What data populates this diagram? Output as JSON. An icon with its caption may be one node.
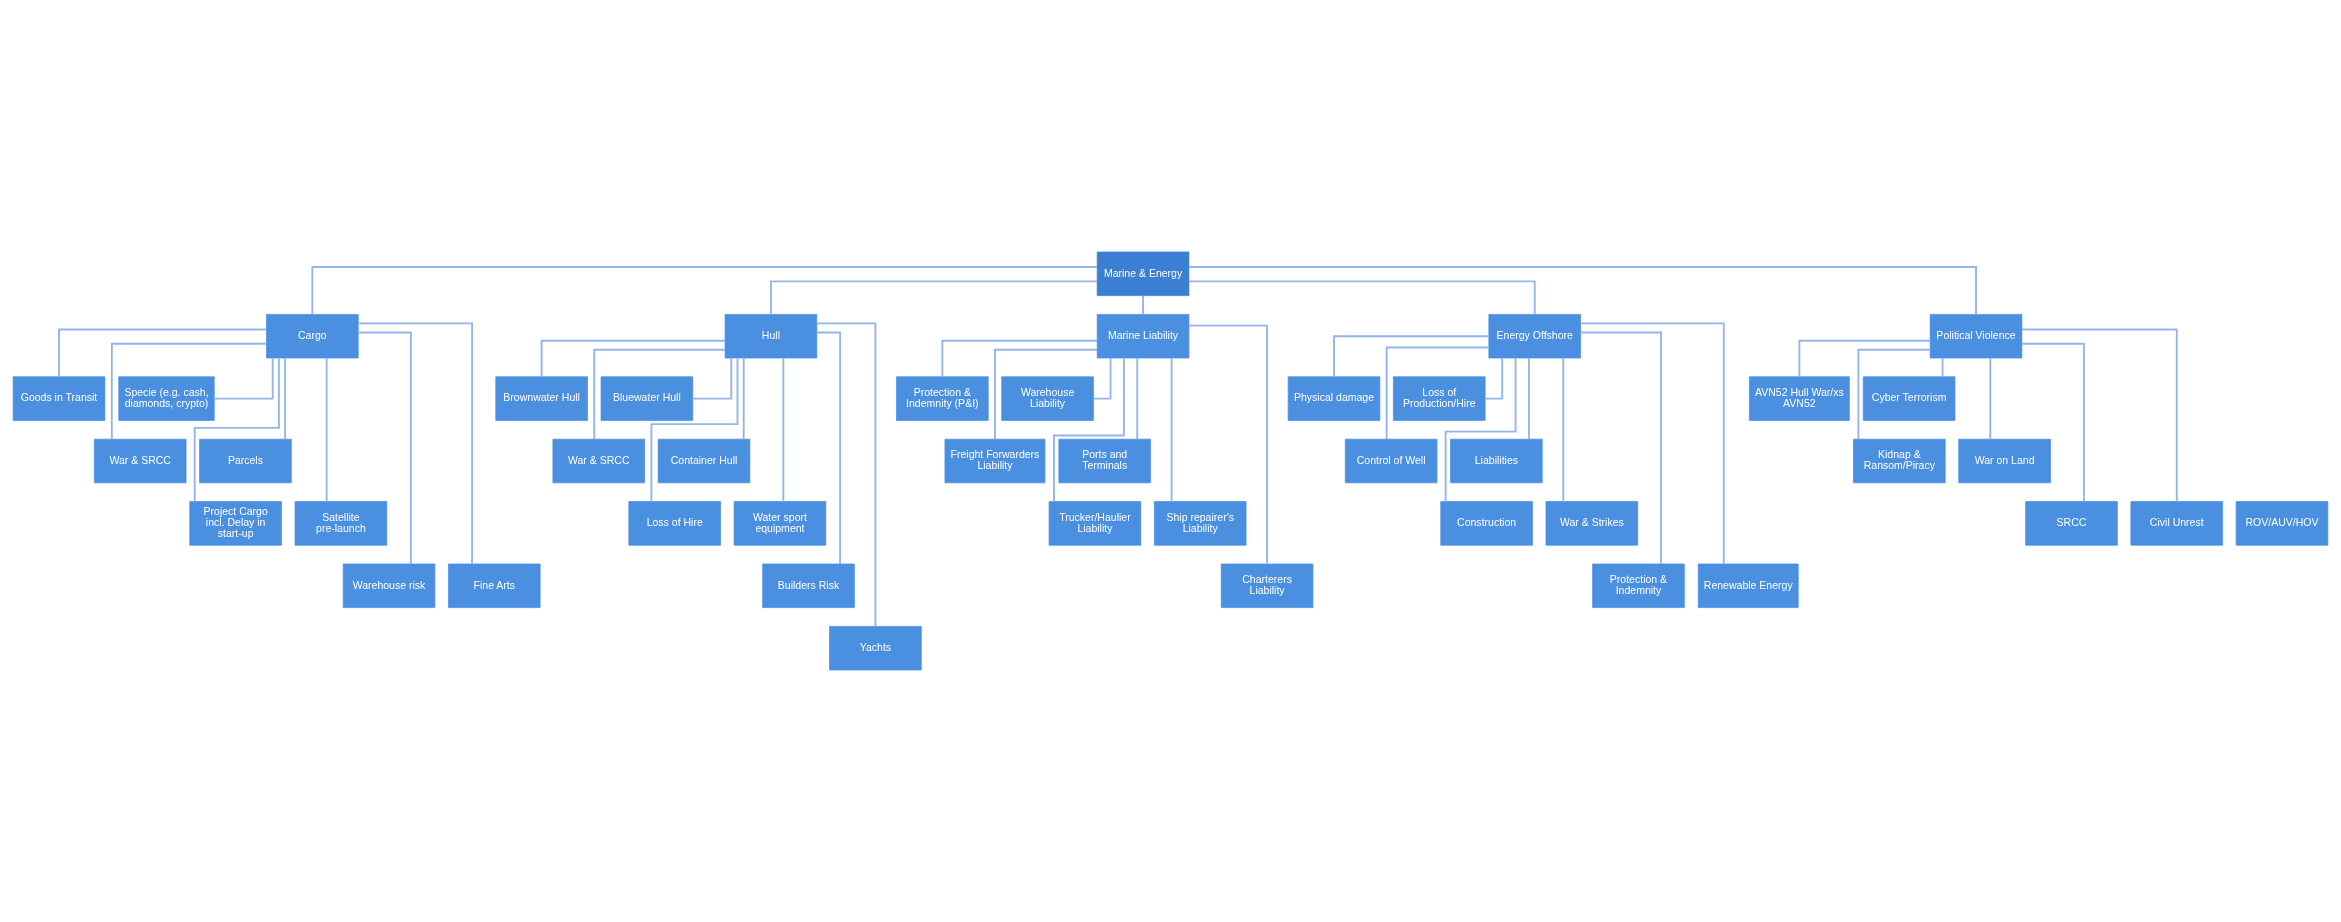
{
  "diagram": {
    "nodes": [
      {
        "text": [
          "Marine & Energy"
        ]
      },
      {
        "text": [
          "Cargo"
        ]
      },
      {
        "text": [
          "Hull"
        ]
      },
      {
        "text": [
          "Marine Liability"
        ]
      },
      {
        "text": [
          "Energy Offshore"
        ]
      },
      {
        "text": [
          "Political Violence"
        ]
      },
      {
        "text": [
          "Goods in Transit"
        ]
      },
      {
        "text": [
          "Specie (e.g. cash, diamonds, crypto)"
        ]
      },
      {
        "text": [
          "War & SRCC"
        ]
      },
      {
        "text": [
          "Parcels"
        ]
      },
      {
        "text": [
          "Project Cargo incl. Delay in start-up"
        ]
      },
      {
        "text": [
          "Satellite pre-launch"
        ]
      },
      {
        "text": [
          "Warehouse risk"
        ]
      },
      {
        "text": [
          "Fine Arts"
        ]
      },
      {
        "text": [
          "Brownwater Hull"
        ]
      },
      {
        "text": [
          "Bluewater Hull"
        ]
      },
      {
        "text": [
          "War & SRCC"
        ]
      },
      {
        "text": [
          "Container Hull"
        ]
      },
      {
        "text": [
          "Loss of Hire"
        ]
      },
      {
        "text": [
          "Water sport equipment"
        ]
      },
      {
        "text": [
          "ROV/AUV/HOV"
        ]
      },
      {
        "text": [
          "Builders Risk"
        ]
      },
      {
        "text": [
          "Yachts"
        ]
      },
      {
        "text": [
          "Protection & Indemnity (P&I)"
        ]
      },
      {
        "text": [
          "Warehouse Liability"
        ]
      },
      {
        "text": [
          "Freight Forwarders Liability"
        ]
      },
      {
        "text": [
          "Ports and Terminals"
        ]
      },
      {
        "text": [
          "Trucker/Haulier Liability"
        ]
      },
      {
        "text": [
          "Ship repairer's Liability"
        ]
      },
      {
        "text": [
          "Charterers Liability"
        ]
      },
      {
        "text": [
          "Physical damage"
        ]
      },
      {
        "text": [
          "Loss of Production/Hire"
        ]
      },
      {
        "text": [
          "Control of Well"
        ]
      },
      {
        "text": [
          "Liabilities"
        ]
      },
      {
        "text": [
          "Construction"
        ]
      },
      {
        "text": [
          "War & Strikes"
        ]
      },
      {
        "text": [
          "Protection & Indemnity"
        ]
      },
      {
        "text": [
          "Renewable Energy"
        ]
      },
      {
        "text": [
          "AVN52 Hull War/xs AVN52"
        ]
      },
      {
        "text": [
          "Cyber Terrorism"
        ]
      },
      {
        "text": [
          "Kidnap & Ransom/Piracy"
        ]
      },
      {
        "text": [
          "War on Land"
        ]
      },
      {
        "text": [
          "SRCC"
        ]
      },
      {
        "text": [
          "Civil Unrest"
        ]
      }
    ],
    "edges": [
      {
        "from": 0,
        "to": 1,
        "arrow": "none"
      },
      {
        "from": 0,
        "to": 2,
        "arrow": "none"
      },
      {
        "from": 0,
        "to": 3,
        "arrow": "none"
      },
      {
        "from": 0,
        "to": 4,
        "arrow": "none"
      },
      {
        "from": 0,
        "to": 5,
        "arrow": "none"
      },
      {
        "from": 1,
        "to": 6,
        "arrow": "none"
      },
      {
        "from": 1,
        "to": 7,
        "arrow": "none"
      },
      {
        "from": 1,
        "to": 8,
        "arrow": "none"
      },
      {
        "from": 1,
        "to": 9,
        "arrow": "none"
      },
      {
        "from": 1,
        "to": 10,
        "arrow": "none"
      },
      {
        "from": 1,
        "to": 11,
        "arrow": "none"
      },
      {
        "from": 1,
        "to": 12,
        "arrow": "none"
      },
      {
        "from": 1,
        "to": 13,
        "arrow": "none"
      },
      {
        "from": 2,
        "to": 14,
        "arrow": "none"
      },
      {
        "from": 2,
        "to": 15,
        "arrow": "none"
      },
      {
        "from": 2,
        "to": 16,
        "arrow": "none"
      },
      {
        "from": 2,
        "to": 17,
        "arrow": "none"
      },
      {
        "from": 2,
        "to": 18,
        "arrow": "none"
      },
      {
        "from": 2,
        "to": 19,
        "arrow": "none"
      },
      {
        "from": 2,
        "to": 21,
        "arrow": "none"
      },
      {
        "from": 2,
        "to": 22,
        "arrow": "none"
      },
      {
        "from": 3,
        "to": 23,
        "arrow": "none"
      },
      {
        "from": 3,
        "to": 24,
        "arrow": "none"
      },
      {
        "from": 3,
        "to": 25,
        "arrow": "none"
      },
      {
        "from": 3,
        "to": 26,
        "arrow": "none"
      },
      {
        "from": 3,
        "to": 27,
        "arrow": "none"
      },
      {
        "from": 3,
        "to": 28,
        "arrow": "none"
      },
      {
        "from": 3,
        "to": 29,
        "arrow": "none"
      },
      {
        "from": 4,
        "to": 30,
        "arrow": "none"
      },
      {
        "from": 4,
        "to": 31,
        "arrow": "none"
      },
      {
        "from": 4,
        "to": 32,
        "arrow": "none"
      },
      {
        "from": 4,
        "to": 33,
        "arrow": "none"
      },
      {
        "from": 4,
        "to": 34,
        "arrow": "none"
      },
      {
        "from": 4,
        "to": 35,
        "arrow": "none"
      },
      {
        "from": 4,
        "to": 36,
        "arrow": "none"
      },
      {
        "from": 4,
        "to": 37,
        "arrow": "none"
      },
      {
        "from": 5,
        "to": 38,
        "arrow": "none"
      },
      {
        "from": 5,
        "to": 39,
        "arrow": "none"
      },
      {
        "from": 5,
        "to": 40,
        "arrow": "none"
      },
      {
        "from": 5,
        "to": 41,
        "arrow": "none"
      },
      {
        "from": 5,
        "to": 42,
        "arrow": "none"
      },
      {
        "from": 5,
        "to": 43,
        "arrow": "none"
      }
    ]
  }
}
